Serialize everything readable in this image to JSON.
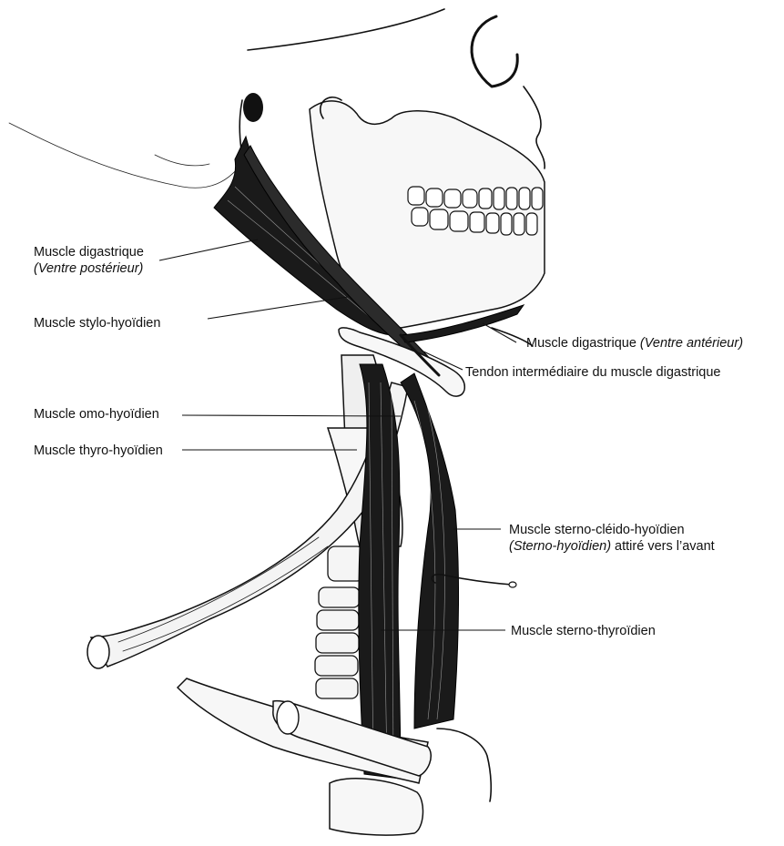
{
  "labels": {
    "digastric_posterior": {
      "name": "Muscle digastrique",
      "sub": "(Ventre postérieur)"
    },
    "stylohyoid": {
      "name": "Muscle stylo-hyoïdien"
    },
    "digastric_anterior": {
      "name": "Muscle digastrique ",
      "sub": "(Ventre antérieur)"
    },
    "intermediate_tendon": {
      "name": "Tendon intermédiaire du muscle digastrique"
    },
    "omohyoid": {
      "name": "Muscle omo-hyoïdien"
    },
    "thyrohyoid": {
      "name": "Muscle thyro-hyoïdien"
    },
    "sternohyoid": {
      "name": "Muscle sterno-cléido-hyoïdien",
      "sub": "(Sterno-hyoïdien)",
      "tail": " attiré vers l’avant"
    },
    "sternothyroid": {
      "name": "Muscle sterno-thyroïdien"
    }
  }
}
